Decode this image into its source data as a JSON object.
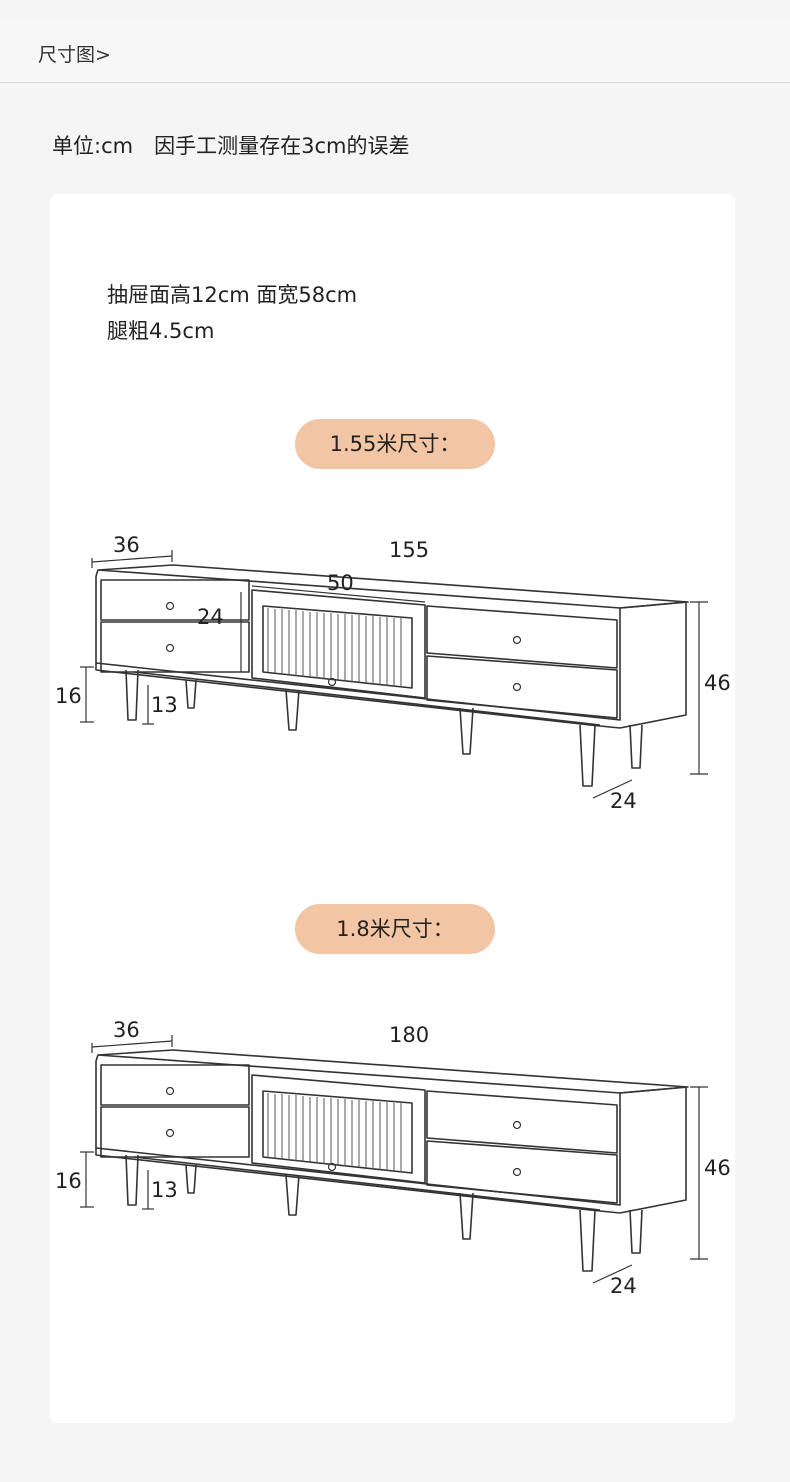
{
  "header": {
    "title": "尺寸图>"
  },
  "unit_note": "单位:cm　因手工测量存在3cm的误差",
  "specs": {
    "line1": "抽屉面高12cm 面宽58cm",
    "line2": "腿粗4.5cm"
  },
  "variants": [
    {
      "label": "1.55米尺寸：",
      "depth": "36",
      "width": "155",
      "center_width": "50",
      "drawer_height": "24",
      "height": "46",
      "leg_height": "16",
      "ground_clearance": "13",
      "leg_spacing": "24"
    },
    {
      "label": "1.8米尺寸：",
      "depth": "36",
      "width": "180",
      "height": "46",
      "leg_height": "16",
      "ground_clearance": "13",
      "leg_spacing": "24"
    }
  ]
}
